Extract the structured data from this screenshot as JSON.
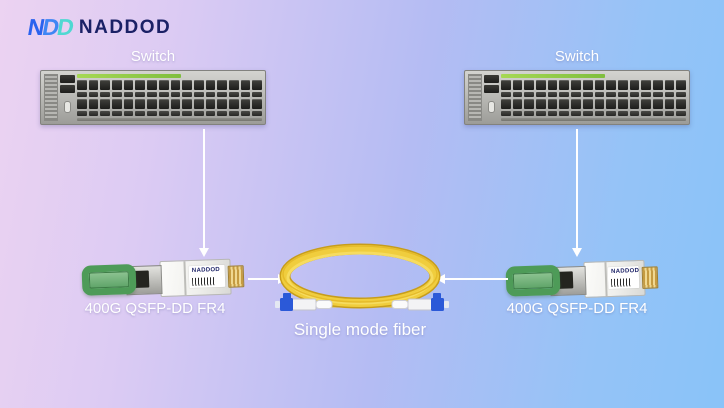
{
  "logo": {
    "mark": [
      "N",
      "D",
      "D"
    ],
    "brand": "NADDOD",
    "colors": {
      "blue": "#2b63ee",
      "light_blue": "#3f86f4",
      "teal": "#4fd8d2",
      "navy": "#1b2166"
    }
  },
  "labels": {
    "switch_left": "Switch",
    "switch_right": "Switch",
    "module_left": "400G QSFP-DD FR4",
    "module_right": "400G QSFP-DD FR4",
    "fiber": "Single mode fiber"
  },
  "module": {
    "brand": "NADDOD",
    "tab_green": "#4e9b58",
    "pin_gold": "#d9b35e"
  },
  "switch": {
    "ports_per_row": 16,
    "port_rows": 2,
    "green_strip": "#8fc945",
    "chassis": "#b3b3af"
  },
  "fiber": {
    "cable_yellow": "#efcb3a",
    "connector_blue": "#2b59d8",
    "connector_type": "LC"
  },
  "background": {
    "left": "#ecd3f2",
    "middle": "#b4bcf3",
    "right": "#89c3f8"
  },
  "arrow_color": "#ffffff"
}
